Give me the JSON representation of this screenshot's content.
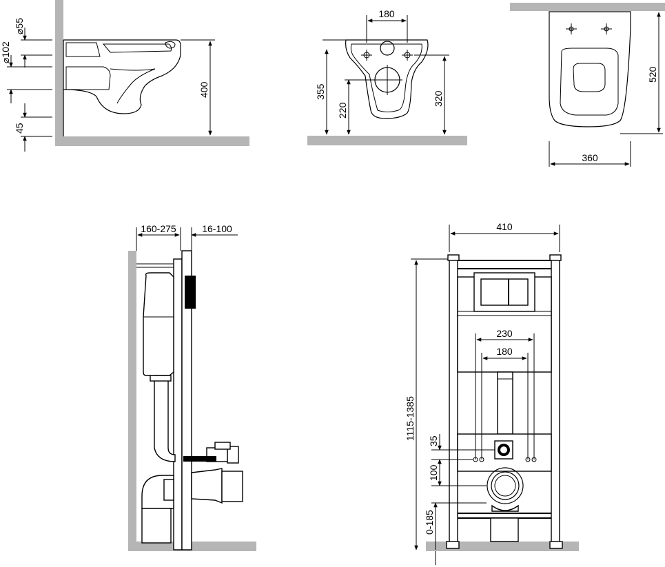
{
  "dimensions": {
    "side_d55": "⌀55",
    "side_d102": "⌀102",
    "side_45": "45",
    "side_400": "400",
    "front_180": "180",
    "front_355": "355",
    "front_220": "220",
    "front_320": "320",
    "top_520": "520",
    "top_360": "360",
    "frame_160_275": "160-275",
    "frame_16_100": "16-100",
    "frame_410": "410",
    "frame_230": "230",
    "frame_180": "180",
    "frame_1115_1385": "1115-1385",
    "frame_35": "35",
    "frame_100": "100",
    "frame_0_185": "0-185"
  },
  "colors": {
    "wall": "#b5b5b5",
    "line": "#000000",
    "background": "#ffffff"
  }
}
